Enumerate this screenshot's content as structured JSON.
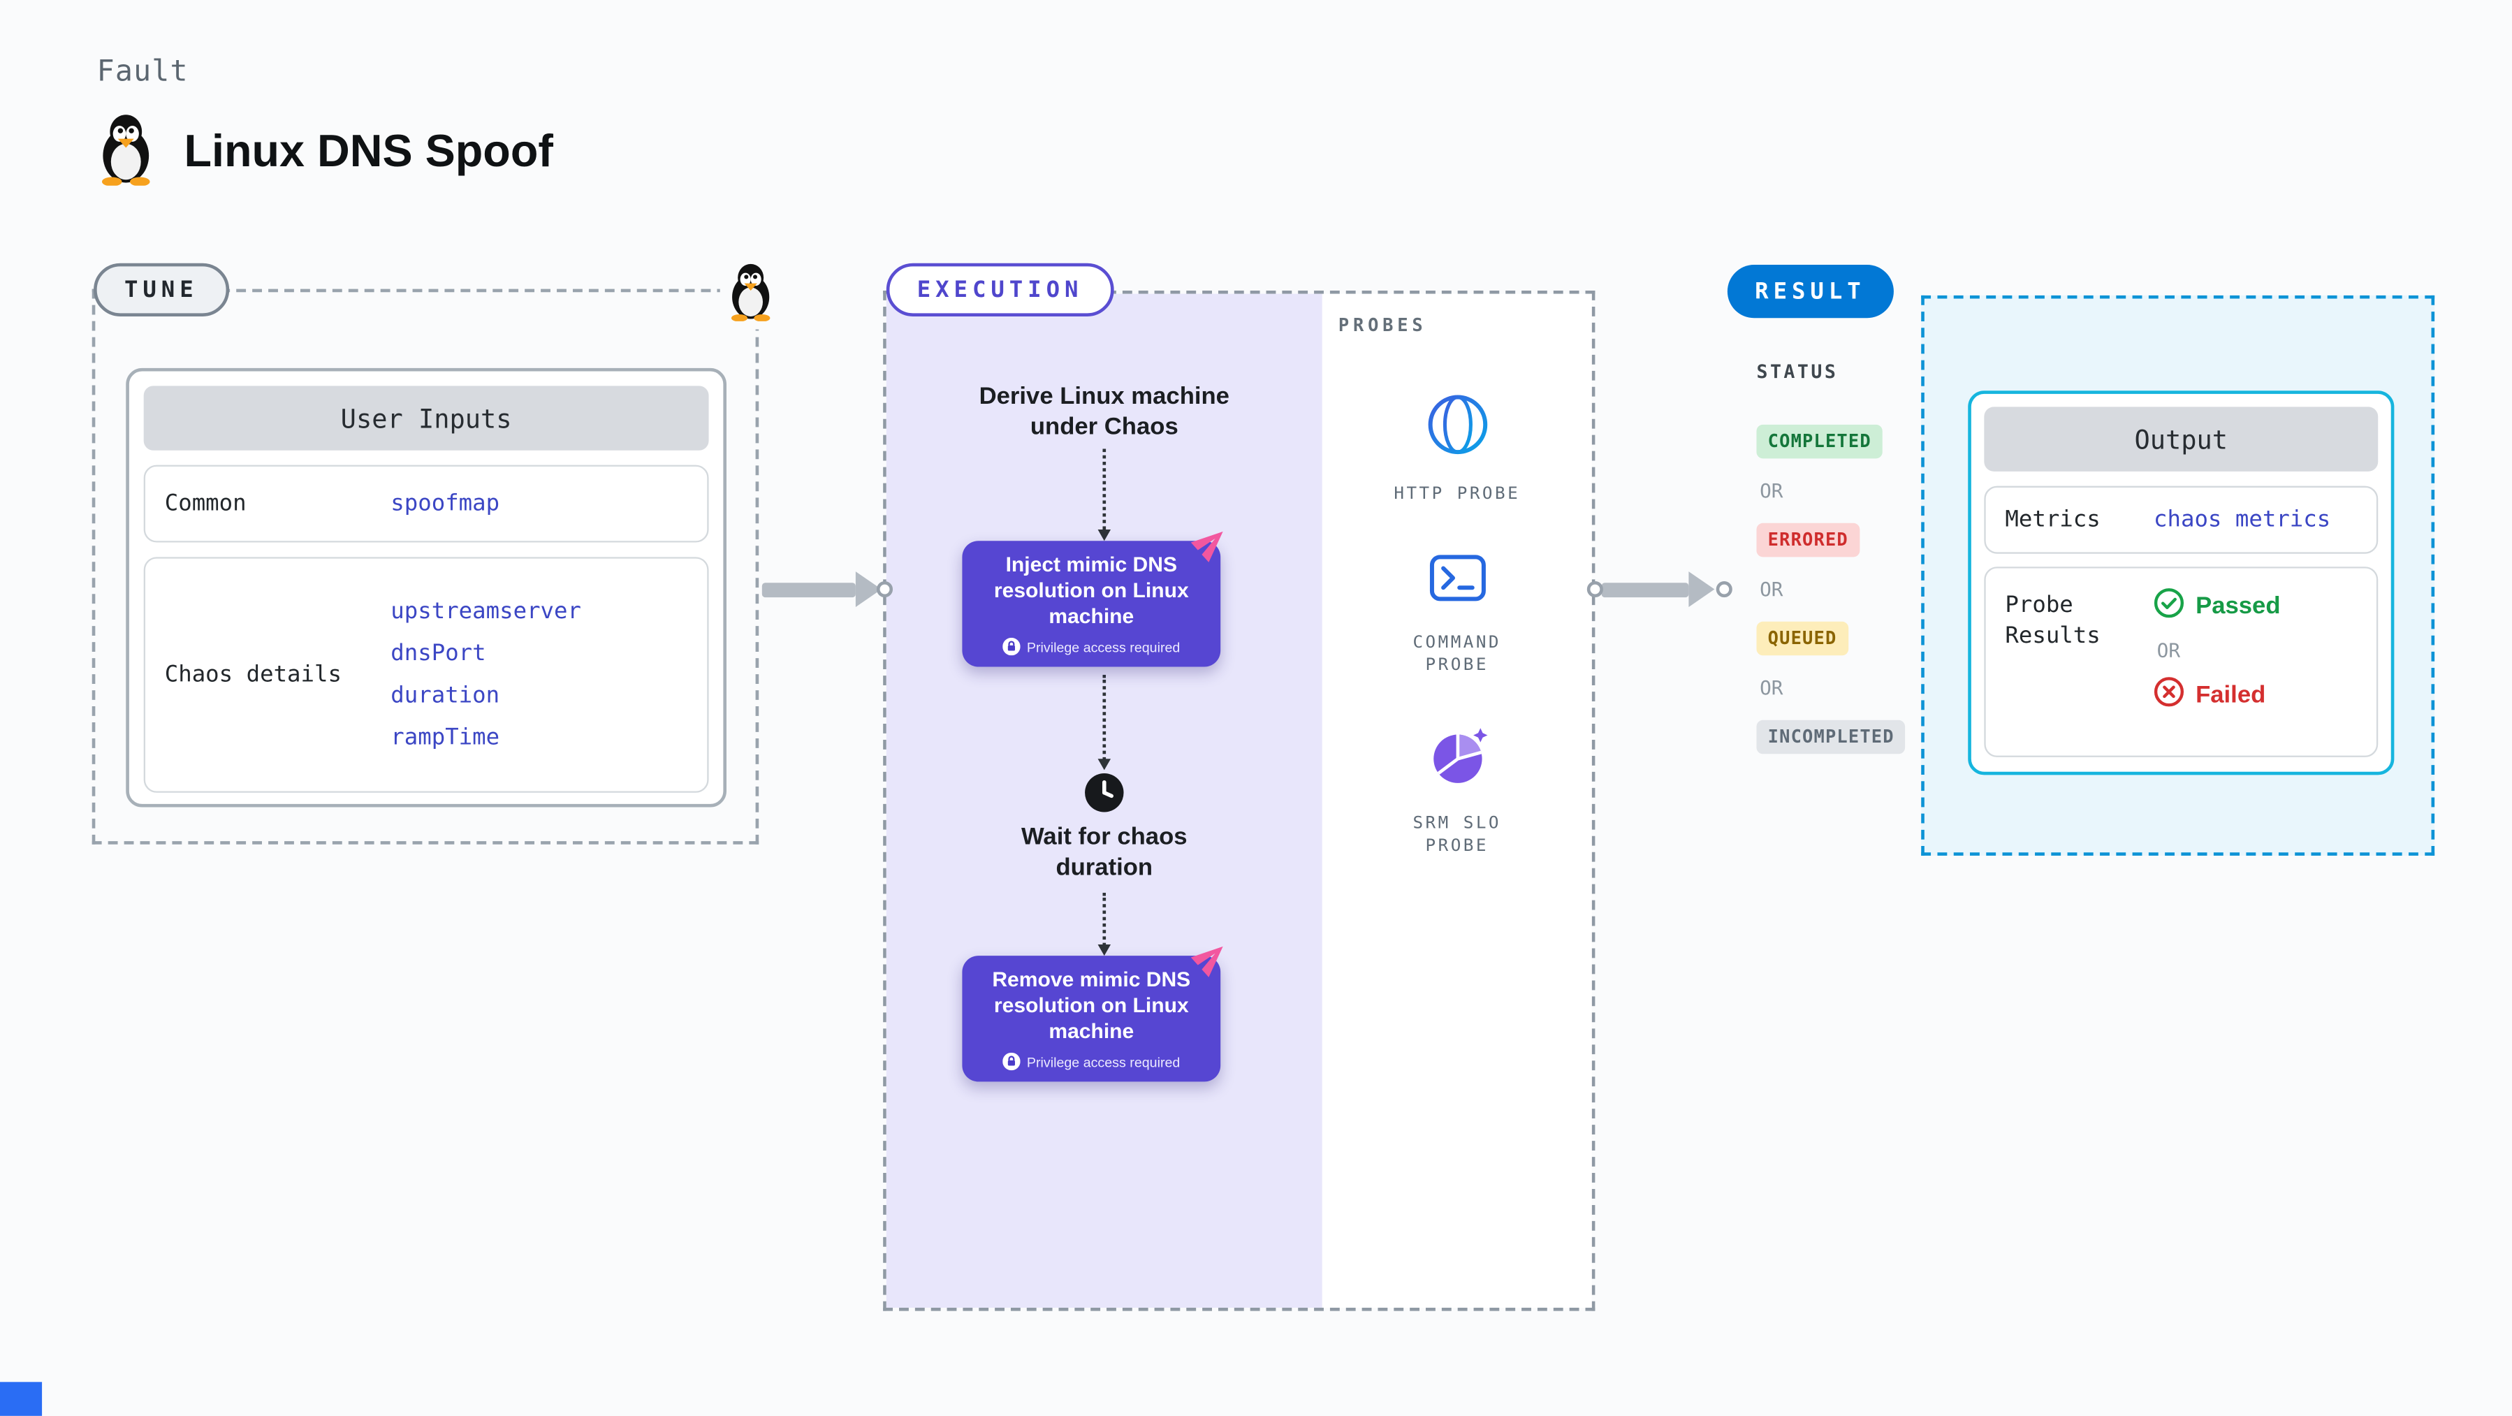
{
  "page": {
    "eyebrow": "Fault",
    "title": "Linux DNS Spoof"
  },
  "tune": {
    "label": "TUNE",
    "card": {
      "header": "User Inputs",
      "rows": [
        {
          "label": "Common",
          "values": [
            "spoofmap"
          ]
        },
        {
          "label": "Chaos details",
          "values": [
            "upstreamserver",
            "dnsPort",
            "duration",
            "rampTime"
          ]
        }
      ]
    }
  },
  "execution": {
    "label": "EXECUTION",
    "steps": {
      "derive": "Derive Linux machine under Chaos",
      "inject": "Inject mimic DNS resolution on Linux machine",
      "wait": "Wait for chaos duration",
      "remove": "Remove mimic DNS resolution on Linux machine",
      "privilege": "Privilege access required"
    },
    "probes": {
      "label": "PROBES",
      "items": [
        {
          "name": "HTTP PROBE",
          "icon": "globe-icon"
        },
        {
          "name": "COMMAND PROBE",
          "icon": "terminal-icon"
        },
        {
          "name": "SRM SLO PROBE",
          "icon": "pie-chart-icon"
        }
      ]
    }
  },
  "result": {
    "label": "RESULT",
    "status": {
      "label": "STATUS",
      "badges": [
        "COMPLETED",
        "ERRORED",
        "QUEUED",
        "INCOMPLETED"
      ],
      "separator": "OR"
    },
    "output": {
      "header": "Output",
      "metrics_label": "Metrics",
      "metrics_value": "chaos metrics",
      "probe_results_label": "Probe Results",
      "passed": "Passed",
      "or": "OR",
      "failed": "Failed"
    }
  },
  "icons": {
    "brand": "tux-penguin-icon",
    "http_probe": "globe-icon",
    "command_probe": "terminal-icon",
    "srm_slo_probe": "pie-chart-icon",
    "wait": "clock-icon",
    "privilege": "lock-icon",
    "chaos_marker": "chaos-inject-icon",
    "passed": "check-circle-icon",
    "failed": "x-circle-icon"
  },
  "colors": {
    "step_purple": "#5646d2",
    "link_indigo": "#3b46c4",
    "result_blue": "#0278d5",
    "output_border_cyan": "#16b5de",
    "completed_green": "#14763a",
    "errored_red": "#cf2d2d",
    "queued_yellow": "#8a6400",
    "incompleted_gray": "#5f6b77",
    "passed_green": "#169a46",
    "failed_red": "#d42f2f",
    "chaos_pink": "#f2579f"
  }
}
